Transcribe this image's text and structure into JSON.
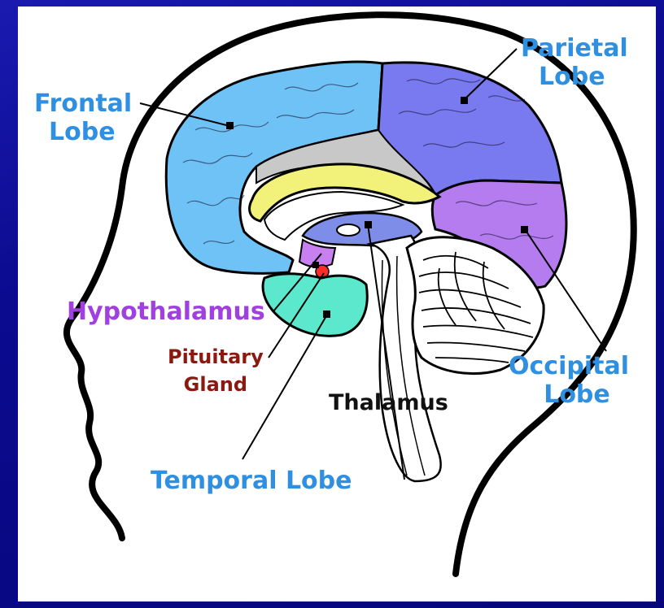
{
  "labels": {
    "frontal_lobe": [
      "Frontal",
      "Lobe"
    ],
    "parietal_lobe": [
      "Parietal",
      "Lobe"
    ],
    "hypothalamus": "Hypothalamus",
    "pituitary_gland": [
      "Pituitary",
      "Gland"
    ],
    "thalamus": "Thalamus",
    "occipital_lobe": [
      "Occipital",
      "Lobe"
    ],
    "temporal_lobe": "Temporal Lobe"
  },
  "colors": {
    "frontal": "#6ec2f5",
    "parietal": "#7a7af0",
    "occipital": "#b57cf0",
    "temporal": "#5ce8cc",
    "corpus_callosum": "#f2f27a",
    "cingulate": "#c8c8c8",
    "thalamus": "#7e8ee8",
    "hypothalamus": "#c880f0",
    "pituitary": "#ff2a2a"
  }
}
